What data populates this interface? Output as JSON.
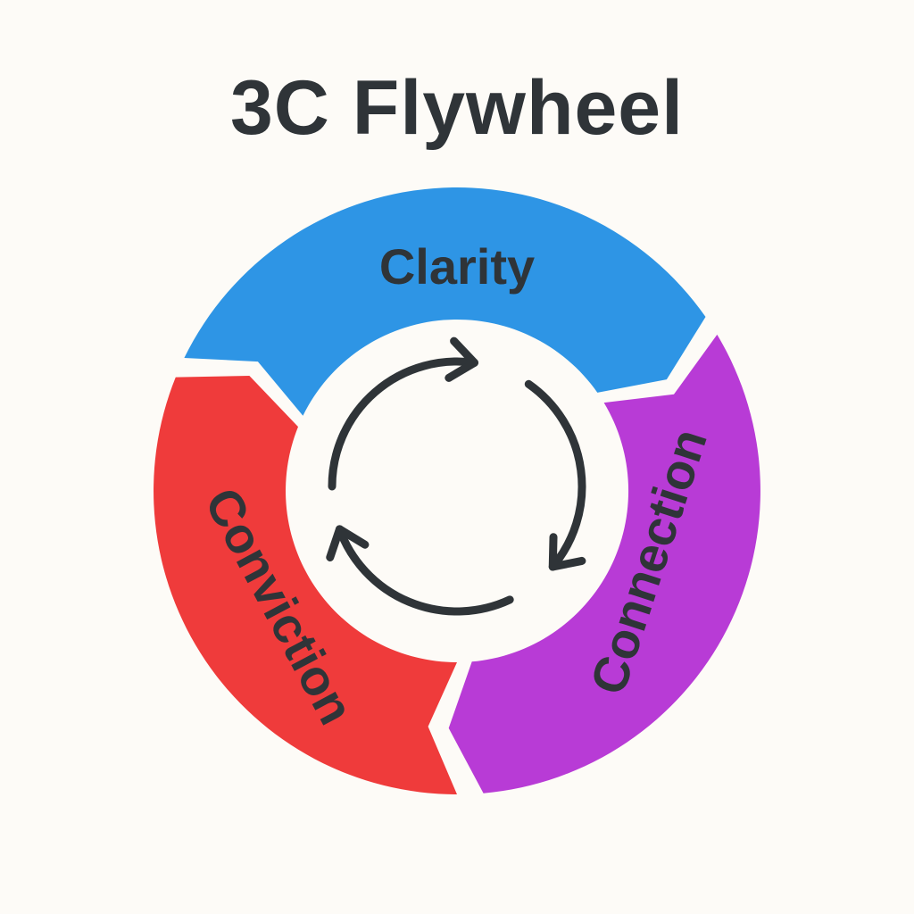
{
  "title": "3C Flywheel",
  "segments": [
    {
      "label": "Clarity",
      "color": "#2e95e5"
    },
    {
      "label": "Connection",
      "color": "#b83bd6"
    },
    {
      "label": "Conviction",
      "color": "#ef3b3b"
    }
  ],
  "center_icon": "cycle-arrows-icon",
  "text_color": "#2f3438",
  "background": "#fdfbf7"
}
